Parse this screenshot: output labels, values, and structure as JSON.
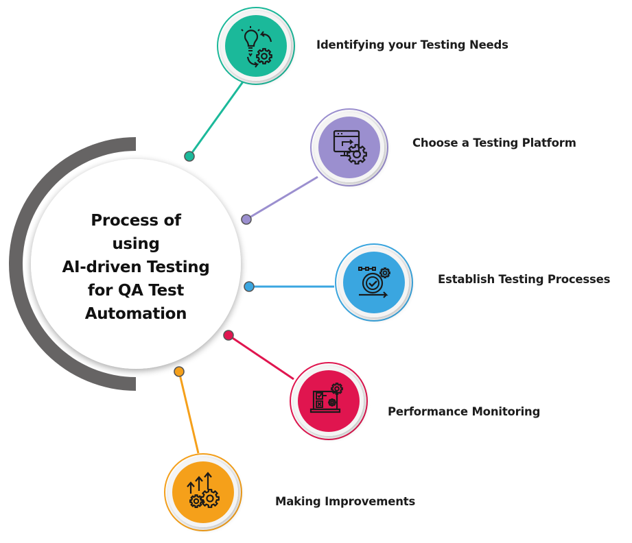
{
  "title": {
    "lines": [
      "Process of",
      "using",
      "AI-driven Testing",
      "for QA Test",
      "Automation"
    ]
  },
  "colors": {
    "arc": "#666464",
    "teal": "#1bb99a",
    "purple": "#9b8fcf",
    "blue": "#3aa6e0",
    "red": "#e0154f",
    "orange": "#f5a01a",
    "icon_stroke": "#1a1a1a"
  },
  "steps": [
    {
      "label": "Identifying your Testing Needs",
      "color": "#1bb99a",
      "icon": "lightbulb-gear-icon"
    },
    {
      "label": "Choose a Testing Platform",
      "color": "#9b8fcf",
      "icon": "monitor-gear-icon"
    },
    {
      "label": "Establish Testing Processes",
      "color": "#3aa6e0",
      "icon": "process-check-icon"
    },
    {
      "label": "Performance Monitoring",
      "color": "#e0154f",
      "icon": "laptop-checklist-icon"
    },
    {
      "label": "Making Improvements",
      "color": "#f5a01a",
      "icon": "arrows-gears-icon"
    }
  ]
}
